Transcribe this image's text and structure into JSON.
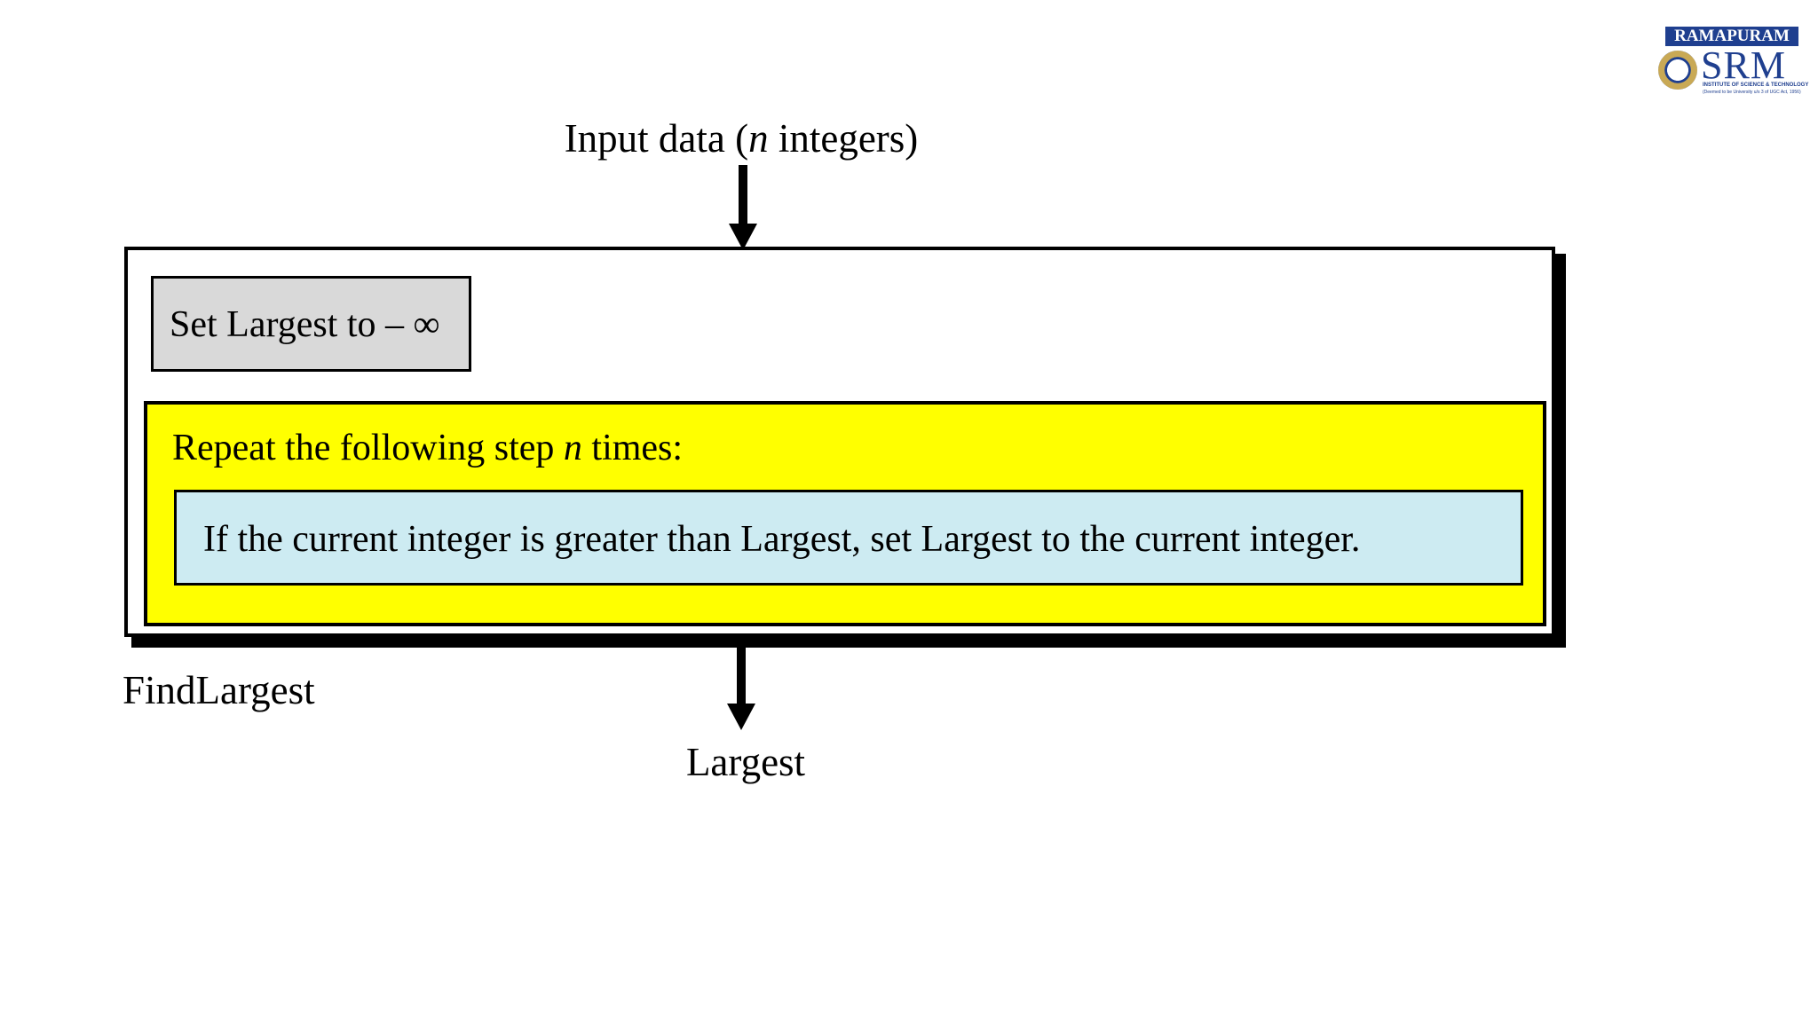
{
  "logo": {
    "banner": "RAMAPURAM",
    "name": "SRM",
    "subtitle": "INSTITUTE OF SCIENCE & TECHNOLOGY",
    "tagline": "(Deemed to be University u/s 3 of UGC Act, 1956)"
  },
  "diagram": {
    "input_label_prefix": "Input data (",
    "input_label_var": "n",
    "input_label_suffix": " integers)",
    "module_name": "FindLargest",
    "output_label": "Largest",
    "init_step": "Set Largest to – ∞",
    "repeat_prefix": "Repeat the following step ",
    "repeat_var": "n",
    "repeat_suffix": " times:",
    "inner_step": "If the current integer is greater than Largest, set Largest to the current integer."
  },
  "colors": {
    "init_box": "#d9d9d9",
    "repeat_box": "#ffff00",
    "inner_box": "#cdebf2",
    "logo_blue": "#1f3f8f"
  }
}
